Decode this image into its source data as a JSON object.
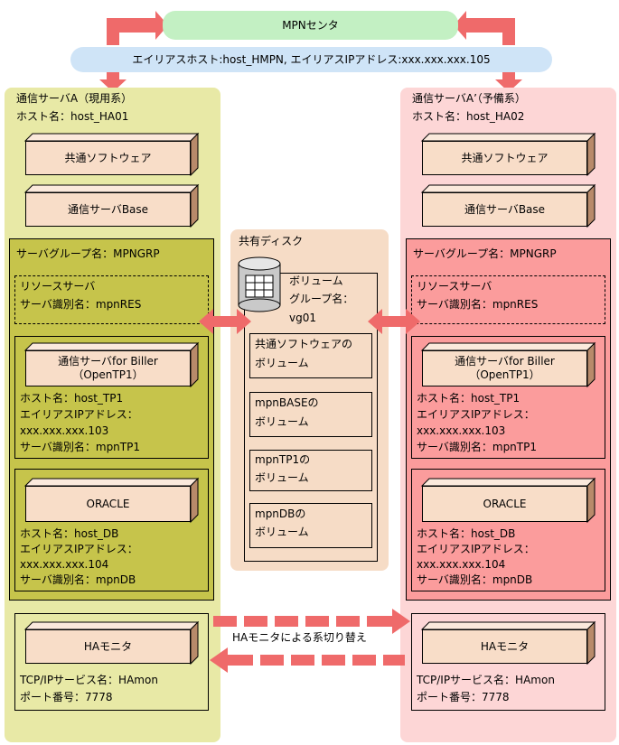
{
  "mpn_center": "MPNセンタ",
  "alias_host_bar": "エイリアスホスト:host_HMPN, エイリアスIPアドレス:xxx.xxx.xxx.105",
  "left_server": {
    "title": "通信サーバA（現用系）",
    "host": "ホスト名：host_HA01",
    "common_software": "共通ソフトウェア",
    "base": "通信サーバBase",
    "group_name": "サーバグループ名：MPNGRP",
    "resource_server": "リソースサーバ",
    "resource_id": "サーバ識別名：mpnRES",
    "biller_line1": "通信サーバfor Biller",
    "biller_line2": "（OpenTP1）",
    "tp1_host": "ホスト名：host_TP1",
    "tp1_alias_label": "エイリアスIPアドレス：",
    "tp1_alias_value": "xxx.xxx.xxx.103",
    "tp1_id": "サーバ識別名：mpnTP1",
    "oracle": "ORACLE",
    "db_host": "ホスト名：host_DB",
    "db_alias_label": "エイリアスIPアドレス：",
    "db_alias_value": "xxx.xxx.xxx.104",
    "db_id": "サーバ識別名：mpnDB",
    "ha_monitor": "HAモニタ",
    "ha_service": "TCP/IPサービス名：HAmon",
    "ha_port": "ポート番号：7778"
  },
  "right_server": {
    "title": "通信サーバA’（予備系）",
    "host": "ホスト名：host_HA02",
    "common_software": "共通ソフトウェア",
    "base": "通信サーバBase",
    "group_name": "サーバグループ名：MPNGRP",
    "resource_server": "リソースサーバ",
    "resource_id": "サーバ識別名：mpnRES",
    "biller_line1": "通信サーバfor Biller",
    "biller_line2": "（OpenTP1）",
    "tp1_host": "ホスト名：host_TP1",
    "tp1_alias_label": "エイリアスIPアドレス：",
    "tp1_alias_value": "xxx.xxx.xxx.103",
    "tp1_id": "サーバ識別名：mpnTP1",
    "oracle": "ORACLE",
    "db_host": "ホスト名：host_DB",
    "db_alias_label": "エイリアスIPアドレス：",
    "db_alias_value": "xxx.xxx.xxx.104",
    "db_id": "サーバ識別名：mpnDB",
    "ha_monitor": "HAモニタ",
    "ha_service": "TCP/IPサービス名：HAmon",
    "ha_port": "ポート番号：7778"
  },
  "shared_disk": {
    "title": "共有ディスク",
    "volume_group_line1": "ボリューム",
    "volume_group_line2": "グループ名：",
    "volume_group_line3": "vg01",
    "volumes": [
      {
        "line1": "共通ソフトウェアの",
        "line2": "ボリューム"
      },
      {
        "line1": "mpnBASEの",
        "line2": "ボリューム"
      },
      {
        "line1": "mpnTP1の",
        "line2": "ボリューム"
      },
      {
        "line1": "mpnDBの",
        "line2": "ボリューム"
      }
    ]
  },
  "switch_label": "HAモニタによる系切り替え",
  "colors": {
    "left_panel": "#e8e9a6",
    "group_left": "#c6c44b",
    "right_panel": "#fdd6d6",
    "group_right": "#fb9c9c",
    "box": "#f8ddc8",
    "box_top": "#fbe9dc",
    "box_side": "#b88a6a",
    "disk": "#f6dcc6",
    "mpn": "#c3f0c3",
    "bar": "#cfe4f7",
    "arrow": "#ef6a6a"
  }
}
